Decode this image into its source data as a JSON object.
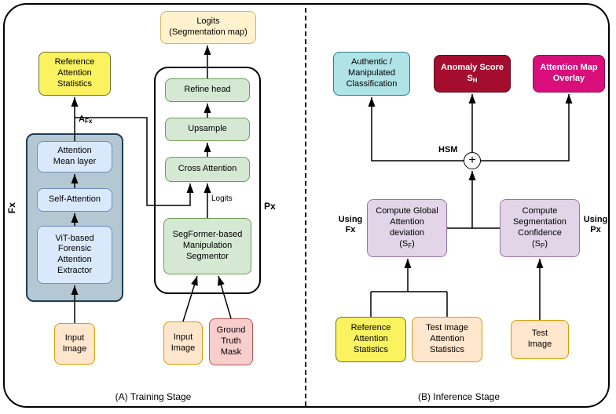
{
  "colors": {
    "yellow": "#faf35f",
    "group_blue": "#b4c8d4",
    "light_blue": "#dae8fc",
    "green": "#d5e8d4",
    "cream": "#fff2cc",
    "peach": "#ffe6cc",
    "pink": "#f8cecc",
    "cyan": "#b0e3e6",
    "dark_red": "#a50d2e",
    "magenta": "#d90e7b",
    "purple": "#e1d5e7"
  },
  "training": {
    "caption": "(A) Training Stage",
    "fx_group_label": "Fx",
    "px_group_label": "Px",
    "afx_label_main": "A",
    "afx_label_sub": "Fx",
    "reference_stats": "Reference\nAttention\nStatistics",
    "attention_mean": "Attention\nMean layer",
    "self_attention": "Self-Attention",
    "vit_extractor": "ViT-based\nForensic\nAttention\nExtractor",
    "input_image": "Input\nImage",
    "logits_output": "Logits\n(Segmentation map)",
    "refine_head": "Refine head",
    "upsample": "Upsample",
    "cross_attention": "Cross Attention",
    "logits_edge_label": "Logits",
    "segformer": "SegFormer-based\nManipulation\nSegmentor",
    "input_image_2": "Input\nImage",
    "ground_truth_mask": "Ground\nTruth\nMask"
  },
  "inference": {
    "caption": "(B) Inference Stage",
    "authentic_classification": "Authentic /\nManipulated\nClassification",
    "anomaly_score_line": "Anomaly Score",
    "anomaly_score_symbol": "S",
    "anomaly_score_sub": "H",
    "attention_map_overlay": "Attention Map\nOverlay",
    "hsm_label": "HSM",
    "hsm_operator": "+",
    "using_fx": "Using\nFx",
    "using_px": "Using\nPx",
    "compute_global_lines": "Compute Global\nAttention\ndeviation",
    "sf_open": "(S",
    "sf_sub": "F",
    "sf_close": ")",
    "compute_seg_lines": "Compute\nSegmentation\nConfidence",
    "sp_open": "(S",
    "sp_sub": "P",
    "sp_close": ")",
    "reference_stats": "Reference\nAttention\nStatistics",
    "test_image_stats": "Test Image\nAttention\nStatistics",
    "test_image": "Test\nImage"
  }
}
